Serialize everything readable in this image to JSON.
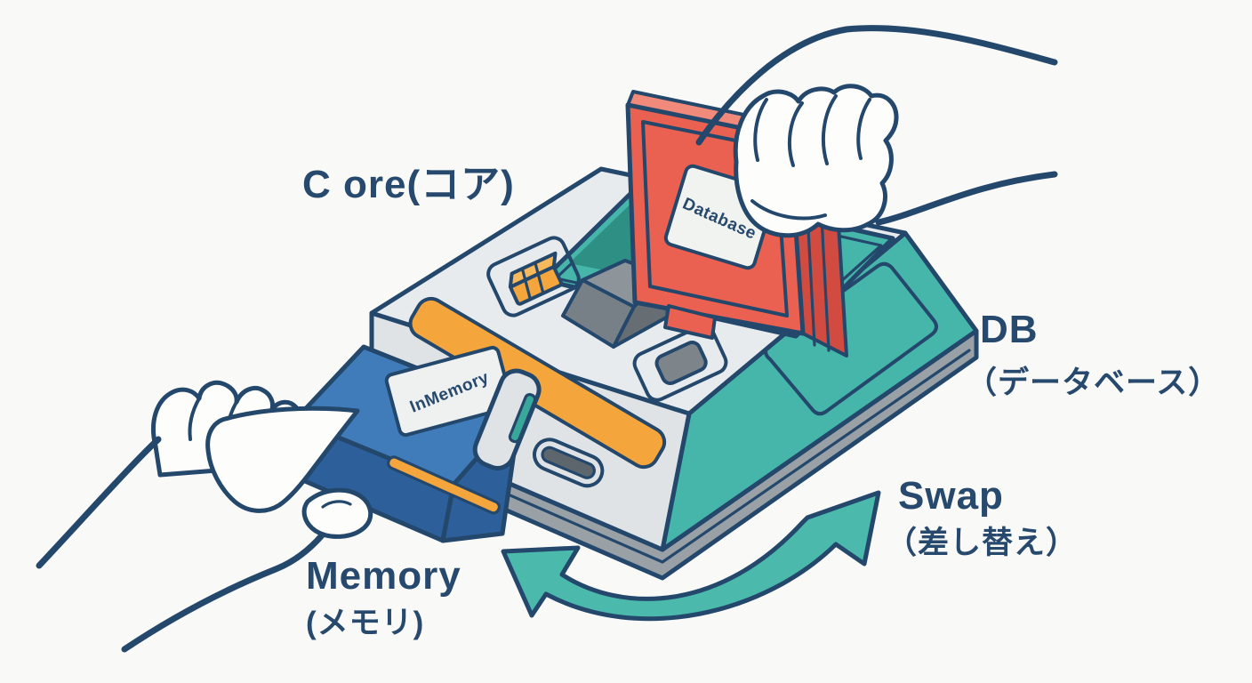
{
  "illustration": {
    "background": "#f9f9f7",
    "outline_color": "#24476c",
    "text_color": "#27496d",
    "labels": {
      "core": "C ore(コア)",
      "db_line1": "DB",
      "db_line2": "（データベース）",
      "swap_line1": "Swap",
      "swap_line2": "（差し替え）",
      "memory_line1": "Memory",
      "memory_line2": "(メモリ)"
    },
    "console": {
      "top_color": "#e8ebed",
      "front_color": "#dfe3e6",
      "base_color": "#99a1a7",
      "teal": "#46b6aa",
      "teal_dark": "#2e8f85",
      "orange": "#f4a53c",
      "button_gray": "#7d858b"
    },
    "cartridges": {
      "database": {
        "label": "Database",
        "front": "#ea6051",
        "side": "#d14b40",
        "top_band": "#f28a7c",
        "sticker": "#f1f3f0"
      },
      "inmemory": {
        "label": "InMemory",
        "top": "#3f7cb9",
        "front": "#2d5f9a",
        "end": "#4a86c2",
        "stripe": "#f4a53c",
        "sticker": "#eef1ef"
      }
    },
    "arrow_color": "#4bb9ac"
  }
}
